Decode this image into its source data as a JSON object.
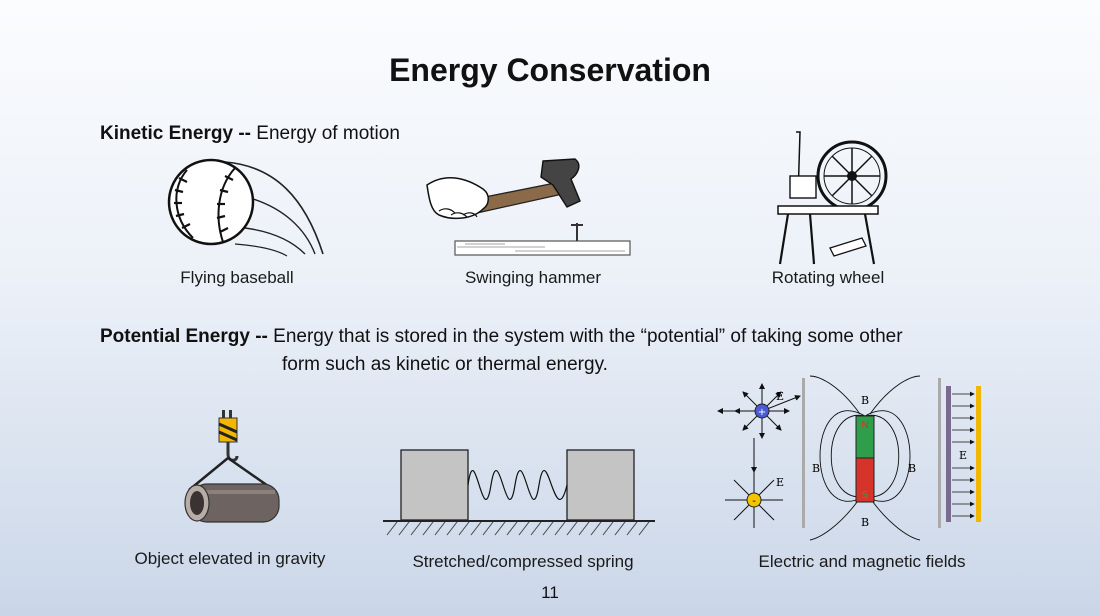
{
  "slide": {
    "title": "Energy Conservation",
    "page_number": "11",
    "kinetic": {
      "term": "Kinetic Energy --",
      "definition": "Energy of motion",
      "examples": [
        {
          "caption": "Flying baseball",
          "icon": "baseball-icon"
        },
        {
          "caption": "Swinging hammer",
          "icon": "hammer-icon"
        },
        {
          "caption": "Rotating wheel",
          "icon": "spinning-wheel-icon"
        }
      ]
    },
    "potential": {
      "term": "Potential Energy --",
      "definition_line1": "Energy that is stored in the system with the “potential” of taking some other",
      "definition_line2": "form such as kinetic or thermal energy.",
      "examples": [
        {
          "caption": "Object elevated in gravity",
          "icon": "crane-hook-pipe-icon"
        },
        {
          "caption": "Stretched/compressed spring",
          "icon": "spring-icon"
        },
        {
          "caption": "Electric and magnetic fields",
          "icon": "fields-icon"
        }
      ]
    },
    "field_labels": {
      "electric": "E",
      "magnetic": "B",
      "north": "N",
      "south": "S",
      "plus": "+",
      "minus": "-"
    },
    "colors": {
      "background_top": "#fbfcfe",
      "background_bottom": "#cad6e8",
      "crane_yellow": "#f2b705",
      "pipe": "#6d6461",
      "spring_block": "#c4c4c4",
      "magnet_north": "#2f9e4a",
      "magnet_south": "#d6342b",
      "positive_charge": "#4a5bd6",
      "negative_charge": "#f5c400"
    }
  }
}
